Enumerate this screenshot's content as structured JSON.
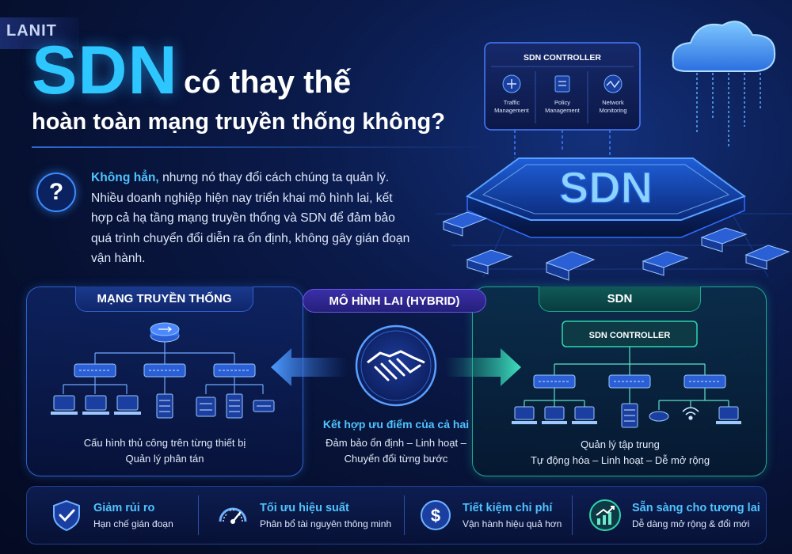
{
  "brand": {
    "logo": "LANIT"
  },
  "headline": {
    "big": "SDN",
    "rest": "có thay thế",
    "sub": "hoàn toàn mạng truyền thống không?"
  },
  "question": {
    "icon": "question-mark-icon",
    "mark": "?",
    "highlight": "Không hẳn,",
    "body": " nhưng nó thay đổi cách chúng ta quản lý. Nhiều doanh nghiệp hiện nay triển khai mô hình lai, kết hợp cả hạ tầng mạng truyền thống và SDN để đảm bảo quá trình chuyển đổi diễn ra ổn định, không gây gián đoạn vận hành."
  },
  "hero": {
    "controller_title": "SDN CONTROLLER",
    "modules": [
      {
        "icon": "traffic-icon",
        "line1": "Traffic",
        "line2": "Management"
      },
      {
        "icon": "policy-icon",
        "line1": "Policy",
        "line2": "Management"
      },
      {
        "icon": "monitoring-icon",
        "line1": "Network",
        "line2": "Monitoring"
      }
    ],
    "platform_text": "SDN"
  },
  "panels": {
    "left": {
      "title": "MẠNG TRUYỀN THỐNG",
      "caption1": "Cấu hình thủ công trên từng thiết bị",
      "caption2": "Quản lý phân tán"
    },
    "middle": {
      "title": "MÔ HÌNH LAI (HYBRID)",
      "subtitle": "Kết hợp ưu điểm của cả hai",
      "caption1": "Đảm bảo ổn định – Linh hoạt –",
      "caption2": "Chuyển đổi từng bước"
    },
    "right": {
      "title": "SDN",
      "controller_label": "SDN CONTROLLER",
      "caption1": "Quản lý tập trung",
      "caption2": "Tự động hóa – Linh hoạt – Dễ mở rộng"
    }
  },
  "benefits": [
    {
      "icon": "shield-check-icon",
      "title": "Giảm rủi ro",
      "desc": "Hạn chế gián đoạn"
    },
    {
      "icon": "speedometer-icon",
      "title": "Tối ưu hiệu suất",
      "desc": "Phân bổ tài nguyên thông minh"
    },
    {
      "icon": "dollar-icon",
      "title": "Tiết kiệm chi phí",
      "desc": "Vận hành hiệu quả hơn"
    },
    {
      "icon": "growth-chart-icon",
      "title": "Sẵn sàng cho tương lai",
      "desc": "Dễ dàng mở rộng & đổi mới"
    }
  ],
  "colors": {
    "accent": "#2ec6ff",
    "highlight": "#4fc3ff",
    "traditional": "#2e63cc",
    "hybrid": "#6a58e8",
    "sdn": "#1fa892"
  }
}
